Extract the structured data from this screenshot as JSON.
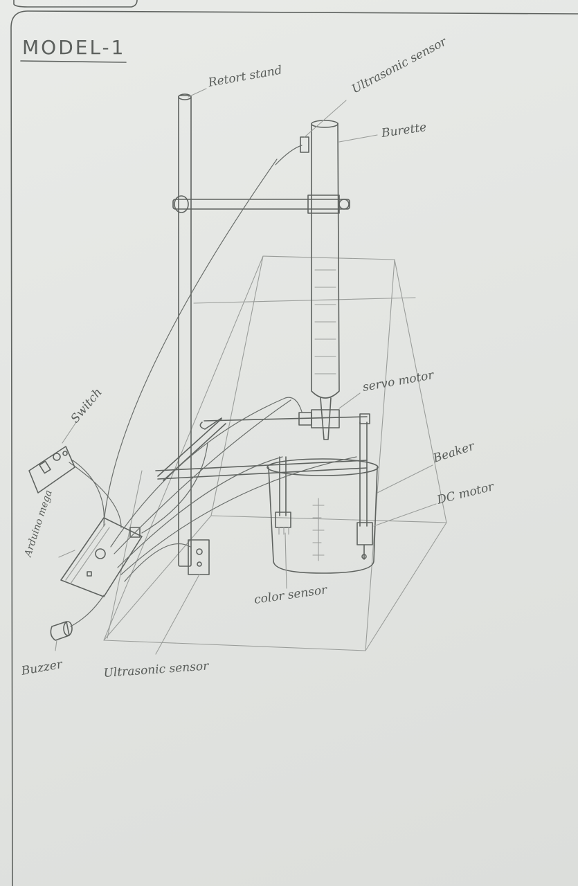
{
  "title": "MODEL-1",
  "labels": {
    "retort_stand": "Retort stand",
    "ultrasonic_top": "Ultrasonic sensor",
    "burette": "Burette",
    "servo_motor": "servo motor",
    "switch": "Switch",
    "beaker": "Beaker",
    "dc_motor": "DC motor",
    "arduino": "Arduino mega",
    "color_sensor": "color sensor",
    "buzzer": "Buzzer",
    "ultrasonic_bottom": "Ultrasonic sensor"
  }
}
